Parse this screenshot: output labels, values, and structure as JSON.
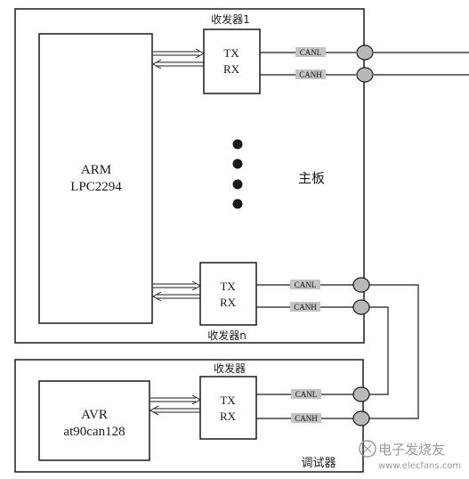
{
  "main_board": {
    "label": "主板",
    "cpu_line1": "ARM",
    "cpu_line2": "LPC2294",
    "transceiver1_label": "收发器1",
    "transceiver_n_label": "收发器n",
    "tx": "TX",
    "rx": "RX",
    "canl": "CANL",
    "canh": "CANH"
  },
  "debugger": {
    "label": "调试器",
    "mcu_line1": "AVR",
    "mcu_line2": "at90can128",
    "transceiver_label": "收发器",
    "tx": "TX",
    "rx": "RX",
    "canl": "CANL",
    "canh": "CANH"
  },
  "watermark": {
    "text": "电子发烧友",
    "url": "www.elecfans.com"
  },
  "colors": {
    "line": "#1a1a1a",
    "connector_fill": "#b8b8b8",
    "can_label_bg": "#c4c4c4"
  }
}
